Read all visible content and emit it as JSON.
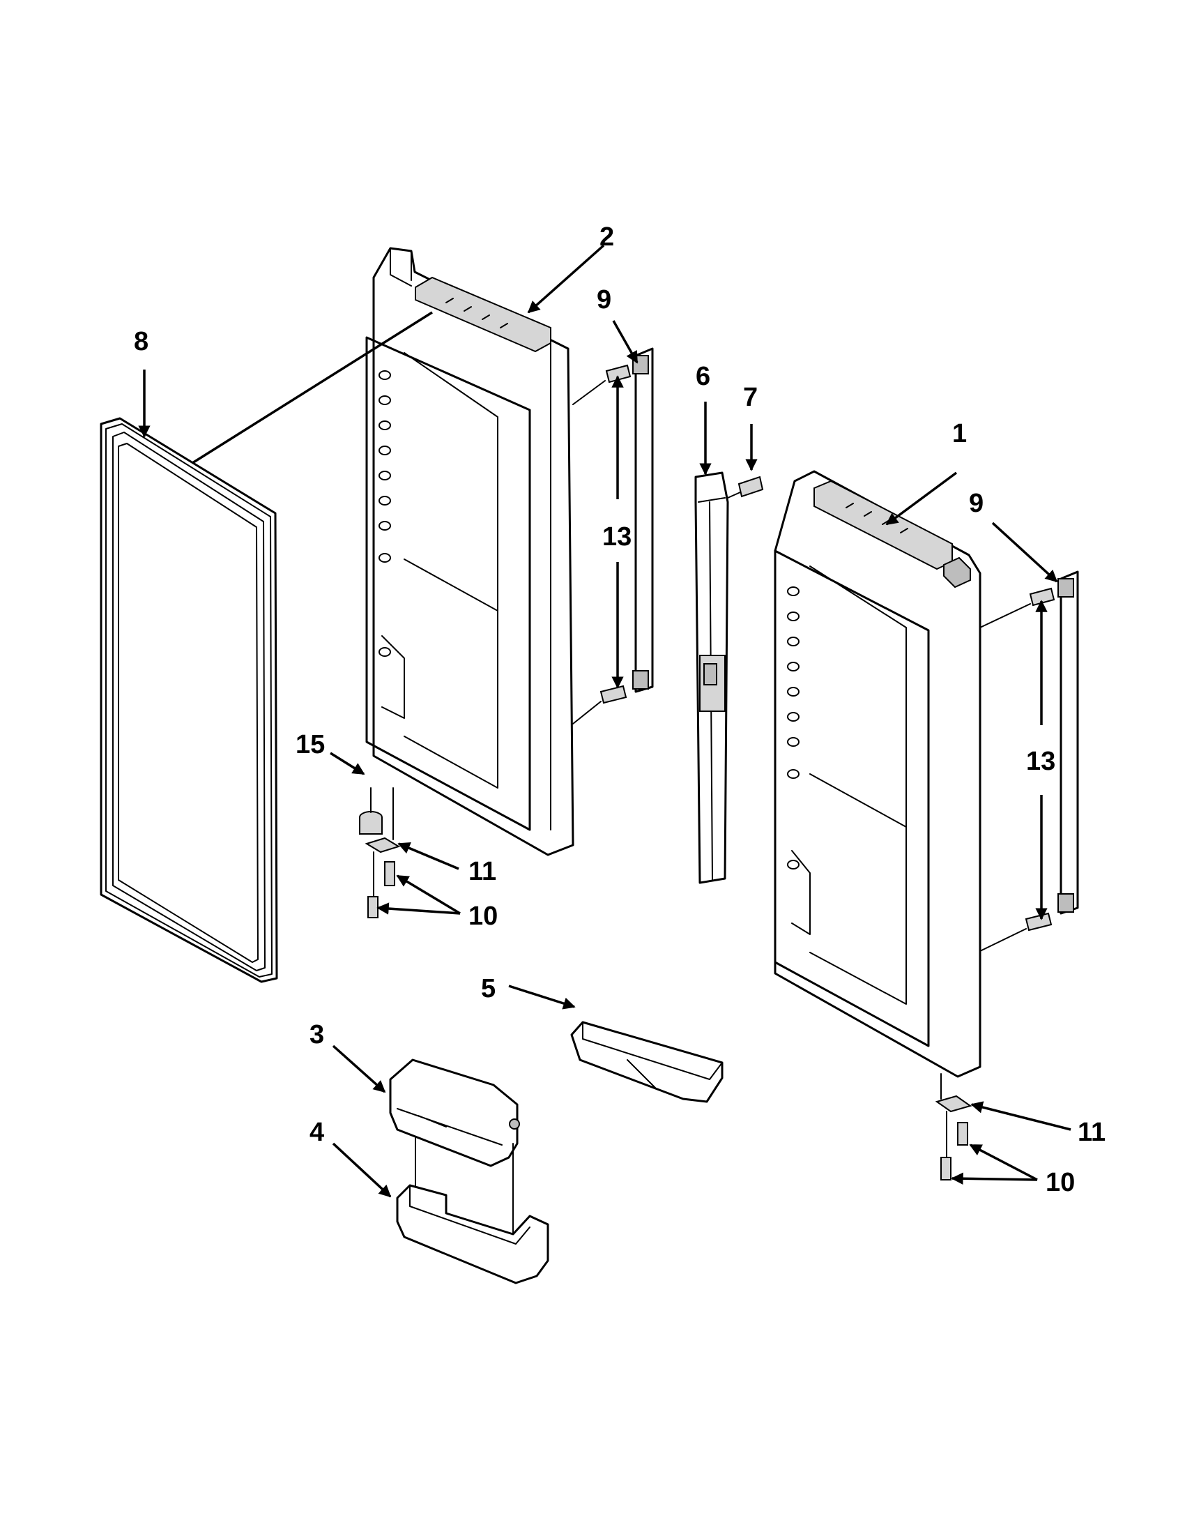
{
  "callouts": {
    "c1": "1",
    "c2": "2",
    "c3": "3",
    "c4": "4",
    "c5": "5",
    "c6": "6",
    "c7": "7",
    "c8": "8",
    "c9a": "9",
    "c9b": "9",
    "c10a": "10",
    "c10b": "10",
    "c11a": "11",
    "c11b": "11",
    "c13a": "13",
    "c13b": "13",
    "c15": "15"
  }
}
